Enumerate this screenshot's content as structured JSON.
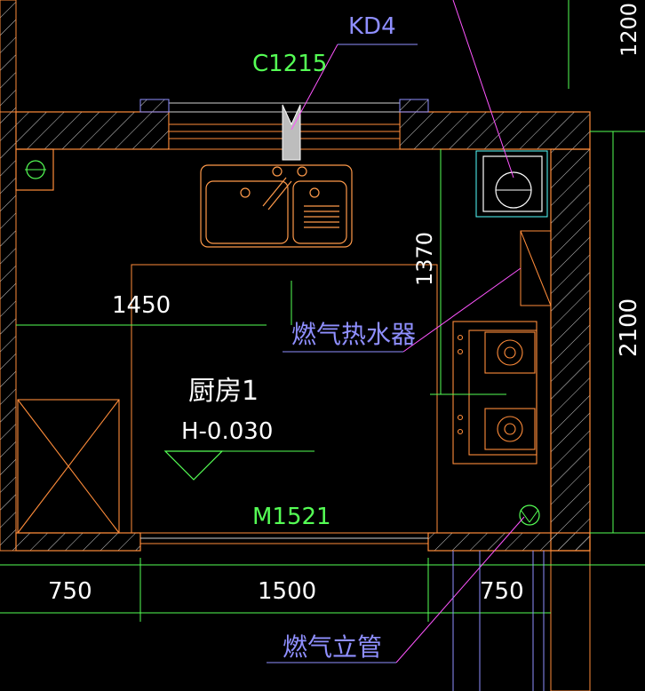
{
  "drawing": {
    "title": "厨房1",
    "elevation": "H-0.030",
    "labels": {
      "door_tag": "M1521",
      "window_tag": "C1215",
      "opening_tag": "KD4",
      "water_heater": "燃气热水器",
      "gas_riser": "燃气立管"
    },
    "dimensions": {
      "bottom": [
        "750",
        "1500",
        "750"
      ],
      "left_horizontal": "1450",
      "vertical_inner": "1370",
      "right_side": "2100",
      "top_right": "1200"
    }
  },
  "colors": {
    "background": "#000000",
    "wall": "#ff8c3a",
    "hatch": "#cfcfcf",
    "furniture": "#ff9a4a",
    "dimension": "#00ff00",
    "text": "#ffffff",
    "leader_label": "#8f8fff",
    "leader_line": "#ff55ff",
    "tag_green": "#55ff55",
    "yellow": "#ffff66",
    "cyan": "#55ffff"
  }
}
